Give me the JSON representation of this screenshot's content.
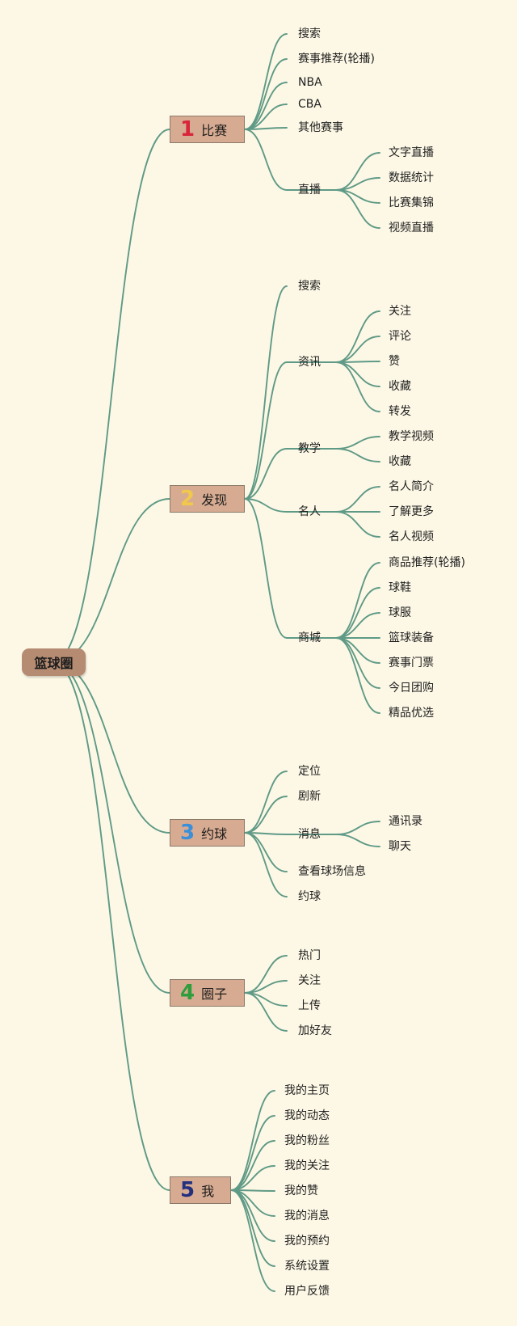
{
  "root": {
    "label": "篮球圈"
  },
  "colors": {
    "background": "#fdf8e6",
    "link": "#5f9a86",
    "root": "#b58b72",
    "branch": "#d7ab92",
    "num1": "#d8263a",
    "num2": "#f2c84b",
    "num3": "#3a8fd8",
    "num4": "#2e9d3c",
    "num5": "#23307e"
  },
  "branches": [
    {
      "id": "1",
      "number": "1",
      "label": "比赛",
      "color_key": "num1",
      "children": [
        {
          "label": "搜索"
        },
        {
          "label": "赛事推荐(轮播)"
        },
        {
          "label": "NBA"
        },
        {
          "label": "CBA"
        },
        {
          "label": "其他赛事"
        },
        {
          "label": "直播",
          "children": [
            {
              "label": "文字直播"
            },
            {
              "label": "数据统计"
            },
            {
              "label": "比赛集锦"
            },
            {
              "label": "视频直播"
            }
          ]
        }
      ]
    },
    {
      "id": "2",
      "number": "2",
      "label": "发现",
      "color_key": "num2",
      "children": [
        {
          "label": "搜索"
        },
        {
          "label": "资讯",
          "children": [
            {
              "label": "关注"
            },
            {
              "label": "评论"
            },
            {
              "label": "赞"
            },
            {
              "label": "收藏"
            },
            {
              "label": "转发"
            }
          ]
        },
        {
          "label": "教学",
          "children": [
            {
              "label": "教学视频"
            },
            {
              "label": "收藏"
            }
          ]
        },
        {
          "label": "名人",
          "children": [
            {
              "label": "名人简介"
            },
            {
              "label": "了解更多"
            },
            {
              "label": "名人视频"
            }
          ]
        },
        {
          "label": "商城",
          "children": [
            {
              "label": "商品推荐(轮播)"
            },
            {
              "label": "球鞋"
            },
            {
              "label": "球服"
            },
            {
              "label": "篮球装备"
            },
            {
              "label": "赛事门票"
            },
            {
              "label": "今日团购"
            },
            {
              "label": "精品优选"
            }
          ]
        }
      ]
    },
    {
      "id": "3",
      "number": "3",
      "label": "约球",
      "color_key": "num3",
      "children": [
        {
          "label": "定位"
        },
        {
          "label": "剧新"
        },
        {
          "label": "消息",
          "children": [
            {
              "label": "通讯录"
            },
            {
              "label": "聊天"
            }
          ]
        },
        {
          "label": "查看球场信息"
        },
        {
          "label": "约球"
        }
      ]
    },
    {
      "id": "4",
      "number": "4",
      "label": "圈子",
      "color_key": "num4",
      "children": [
        {
          "label": "热门"
        },
        {
          "label": "关注"
        },
        {
          "label": "上传"
        },
        {
          "label": "加好友"
        }
      ]
    },
    {
      "id": "5",
      "number": "5",
      "label": "我",
      "color_key": "num5",
      "children": [
        {
          "label": "我的主页"
        },
        {
          "label": "我的动态"
        },
        {
          "label": "我的粉丝"
        },
        {
          "label": "我的关注"
        },
        {
          "label": "我的赞"
        },
        {
          "label": "我的消息"
        },
        {
          "label": "我的预约"
        },
        {
          "label": "系统设置"
        },
        {
          "label": "用户反馈"
        }
      ]
    }
  ]
}
